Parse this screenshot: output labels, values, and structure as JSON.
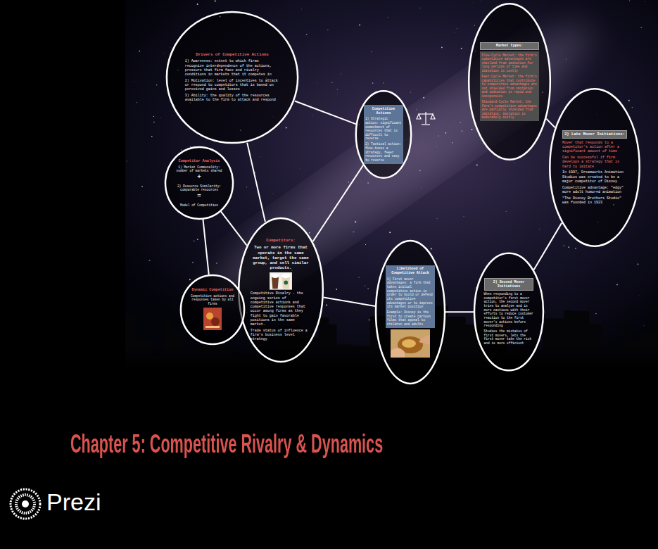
{
  "diagram": {
    "title": "Chapter 5: Competitive Rivalry & Dynamics",
    "nodes": [
      {
        "text": [
          "Drivers of Competitive Actions",
          "1) Awareness: extent to which firms recognize interdependence of the actions, pressure that firm face and rivalry conditions in markets that it competes in",
          "2) Motivation: level of incentives to attack or respond to competitors that is based on perceived gains and losses",
          "3) Ability: the quality of the resources available to the firm to attack and respond"
        ]
      },
      {
        "text": [
          "Competitive Actions",
          "1) Strategic action: significant commitment of resources that is difficult to reverse",
          "2) Tactical action: fine-tunes a strategy, fewer resources and easy to reverse"
        ]
      },
      {
        "text": [
          "Competitor Analysis",
          "1) Market Commonality: number of markets shared",
          "+",
          "2) Resource Similarity: comparable resources",
          "=",
          "Model of Competition"
        ]
      },
      {
        "text": [
          "Competitors:",
          "Two or more firms that operate in the same market, target the same group, and sell similar products.",
          "Competitive Rivalry - the ongoing series of competitive actions and competitive responses that occur among firms as they fight to gain favorable positions in the same market.",
          "Trade status of influence a firm's business level strategy"
        ]
      },
      {
        "text": [
          "Dynamic Competition",
          "Competitive actions and responses taken by all firms"
        ]
      },
      {
        "text": [
          "Likelihood of Competitive Attack",
          "1) First mover advantages: a firm that takes initial competitive action in order to build or defend its competitive advantages or to improve its market position",
          "Example: Disney is the first to create cartoon films that appeal to children and adults"
        ]
      },
      {
        "text": [
          "2) Second Mover Initiatives",
          "When responding to a competitor's first mover action, the second mover tries to analyze and is more cautious with their efforts to reduce customer reaction to the first mover's actions before responding",
          "Studies the mistakes of first movers, lets the first mover take the risk and is more efficient"
        ]
      },
      {
        "text": [
          "Market types:",
          "Slow-Cycle Market: the firm's competitive advantages are shielded from imitation for long periods of time and imitation is costly",
          "Fast-Cycle Market: the firm's capabilities that contribute to competitive advantages are not shielded from imitation and imitation is rapid and inexpensive",
          "Standard-Cycle Market: the firm's competitive advantages are partially shielded from imitation; imitation is moderately costly"
        ]
      },
      {
        "text": [
          "3) Late Mover Initiatives:",
          "Mover that responds to a competitor's action after a significant amount of time",
          "Can be successful if firm develops a strategy that is hard to imitate",
          "In 1997, Dreamworks Animation Studios was created to be a major competitor of Disney",
          "Competitive advantage: \"edgy\" more adult humored animation",
          "\"The Disney Brothers Studio\" was founded in 1923"
        ]
      }
    ],
    "edges": [
      {
        "from": 0,
        "to": 3,
        "arrow": "none"
      },
      {
        "from": 0,
        "to": 1,
        "arrow": "none"
      },
      {
        "from": 2,
        "to": 3,
        "arrow": "none"
      },
      {
        "from": 2,
        "to": 4,
        "arrow": "none"
      },
      {
        "from": 3,
        "to": 1,
        "arrow": "none"
      },
      {
        "from": 3,
        "to": 5,
        "arrow": "none"
      },
      {
        "from": 5,
        "to": 6,
        "arrow": "none"
      },
      {
        "from": 6,
        "to": 8,
        "arrow": "none"
      },
      {
        "from": 8,
        "to": 7,
        "arrow": "none"
      }
    ],
    "labels": [
      "Prezi"
    ]
  }
}
